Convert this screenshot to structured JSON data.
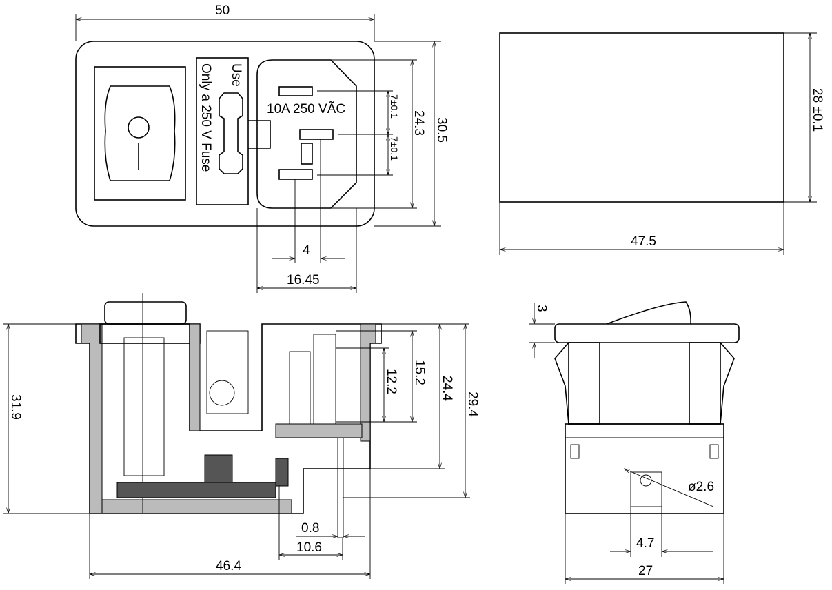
{
  "front_view": {
    "width_dim": "50",
    "height_dim": "30.5",
    "inlet_height_dim": "24.3",
    "pin_pitch_upper": "7±0.1",
    "pin_pitch_lower": "7±0.1",
    "pin_offset_dim": "4",
    "inlet_width_dim": "16.45",
    "rating_text": "10A 250 VÃC",
    "fuse_label_line1": "Use",
    "fuse_label_line2": "Only a 250 V Fuse"
  },
  "cutout_view": {
    "height_dim": "28 ±0.1",
    "width_dim": "47.5"
  },
  "section_view": {
    "overall_height_dim": "31.9",
    "pin_height_dim": "12.2",
    "pin_top_dim": "15.2",
    "body_depth_dim": "24.4",
    "terminal_depth_dim": "29.4",
    "terminal_thickness_dim": "0.8",
    "terminal_offset_dim": "10.6",
    "overall_length_dim": "46.4"
  },
  "side_view": {
    "flange_dim": "3",
    "hole_dim": "ø2.6",
    "hole_offset_dim": "4.7",
    "width_dim": "27"
  }
}
